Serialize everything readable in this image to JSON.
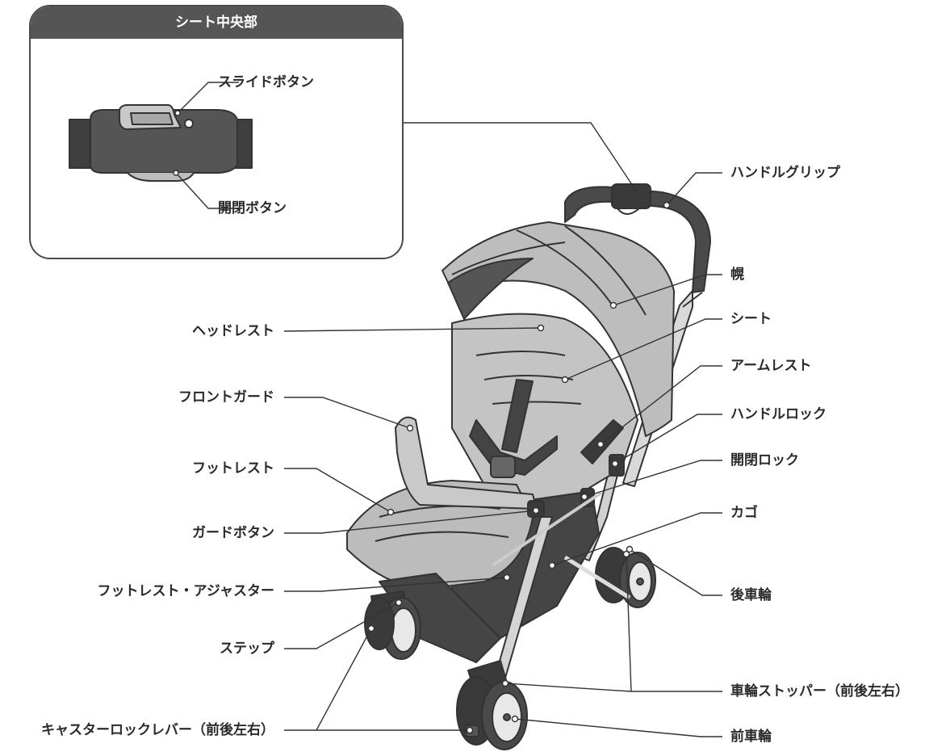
{
  "inset": {
    "title": "シート中央部",
    "slide_button": "スライドボタン",
    "open_close_button": "開閉ボタン"
  },
  "labels": {
    "handle_grip": "ハンドルグリップ",
    "canopy": "幌",
    "headrest": "ヘッドレスト",
    "seat": "シート",
    "armrest": "アームレスト",
    "front_guard": "フロントガード",
    "handle_lock": "ハンドルロック",
    "open_close_lock": "開閉ロック",
    "footrest": "フットレスト",
    "guard_button": "ガードボタン",
    "basket": "カゴ",
    "footrest_adjuster": "フットレスト・アジャスター",
    "rear_wheel": "後車輪",
    "step": "ステップ",
    "wheel_stopper": "車輪ストッパー（前後左右）",
    "caster_lock_lever": "キャスターロックレバー（前後左右）",
    "front_wheel": "前車輪"
  }
}
